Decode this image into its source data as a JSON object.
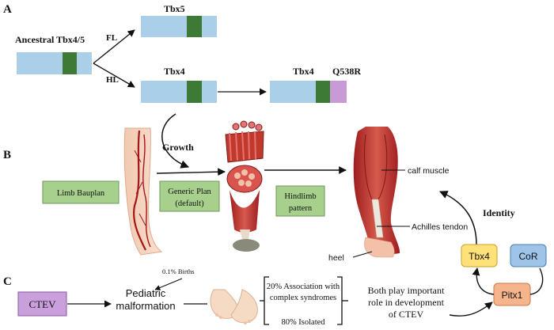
{
  "panels": {
    "a": "A",
    "b": "B",
    "c": "C"
  },
  "panel_a": {
    "ancestral": "Ancestral Tbx4/5",
    "fl": "FL",
    "hl": "HL",
    "tbx5": "Tbx5",
    "tbx4": "Tbx4",
    "tbx4_mut": "Tbx4",
    "mutation": "Q538R",
    "colors": {
      "gene": "#a9cfe9",
      "domain": "#3d7a35",
      "mutation": "#c89ad6"
    }
  },
  "panel_b": {
    "growth": "Growth",
    "limb_bauplan": "Limb Bauplan",
    "generic_plan_1": "Generic Plan",
    "generic_plan_2": "(default)",
    "hindlimb_1": "Hindlimb",
    "hindlimb_2": "pattern",
    "calf_muscle": "calf muscle",
    "achilles": "Achilles tendon",
    "heel": "heel",
    "identity": "Identity",
    "tbx4": "Tbx4",
    "cor": "CoR",
    "pitx1": "Pitx1",
    "colors": {
      "green_box": "#a8d08d",
      "tbx4_box": "#ffe17a",
      "cor_box": "#9ec4ea",
      "pitx1_box": "#f6b48c"
    }
  },
  "panel_c": {
    "ctev": "CTEV",
    "births": "0.1% Births",
    "pediatric_1": "Pediatric",
    "pediatric_2": "malformation",
    "assoc_1": "20% Association with",
    "assoc_2": "complex syndromes",
    "isolated": "80% Isolated",
    "both_1": "Both play important",
    "both_2": "role in development",
    "both_3": "of CTEV",
    "colors": {
      "ctev_box": "#c9a0dc"
    }
  }
}
